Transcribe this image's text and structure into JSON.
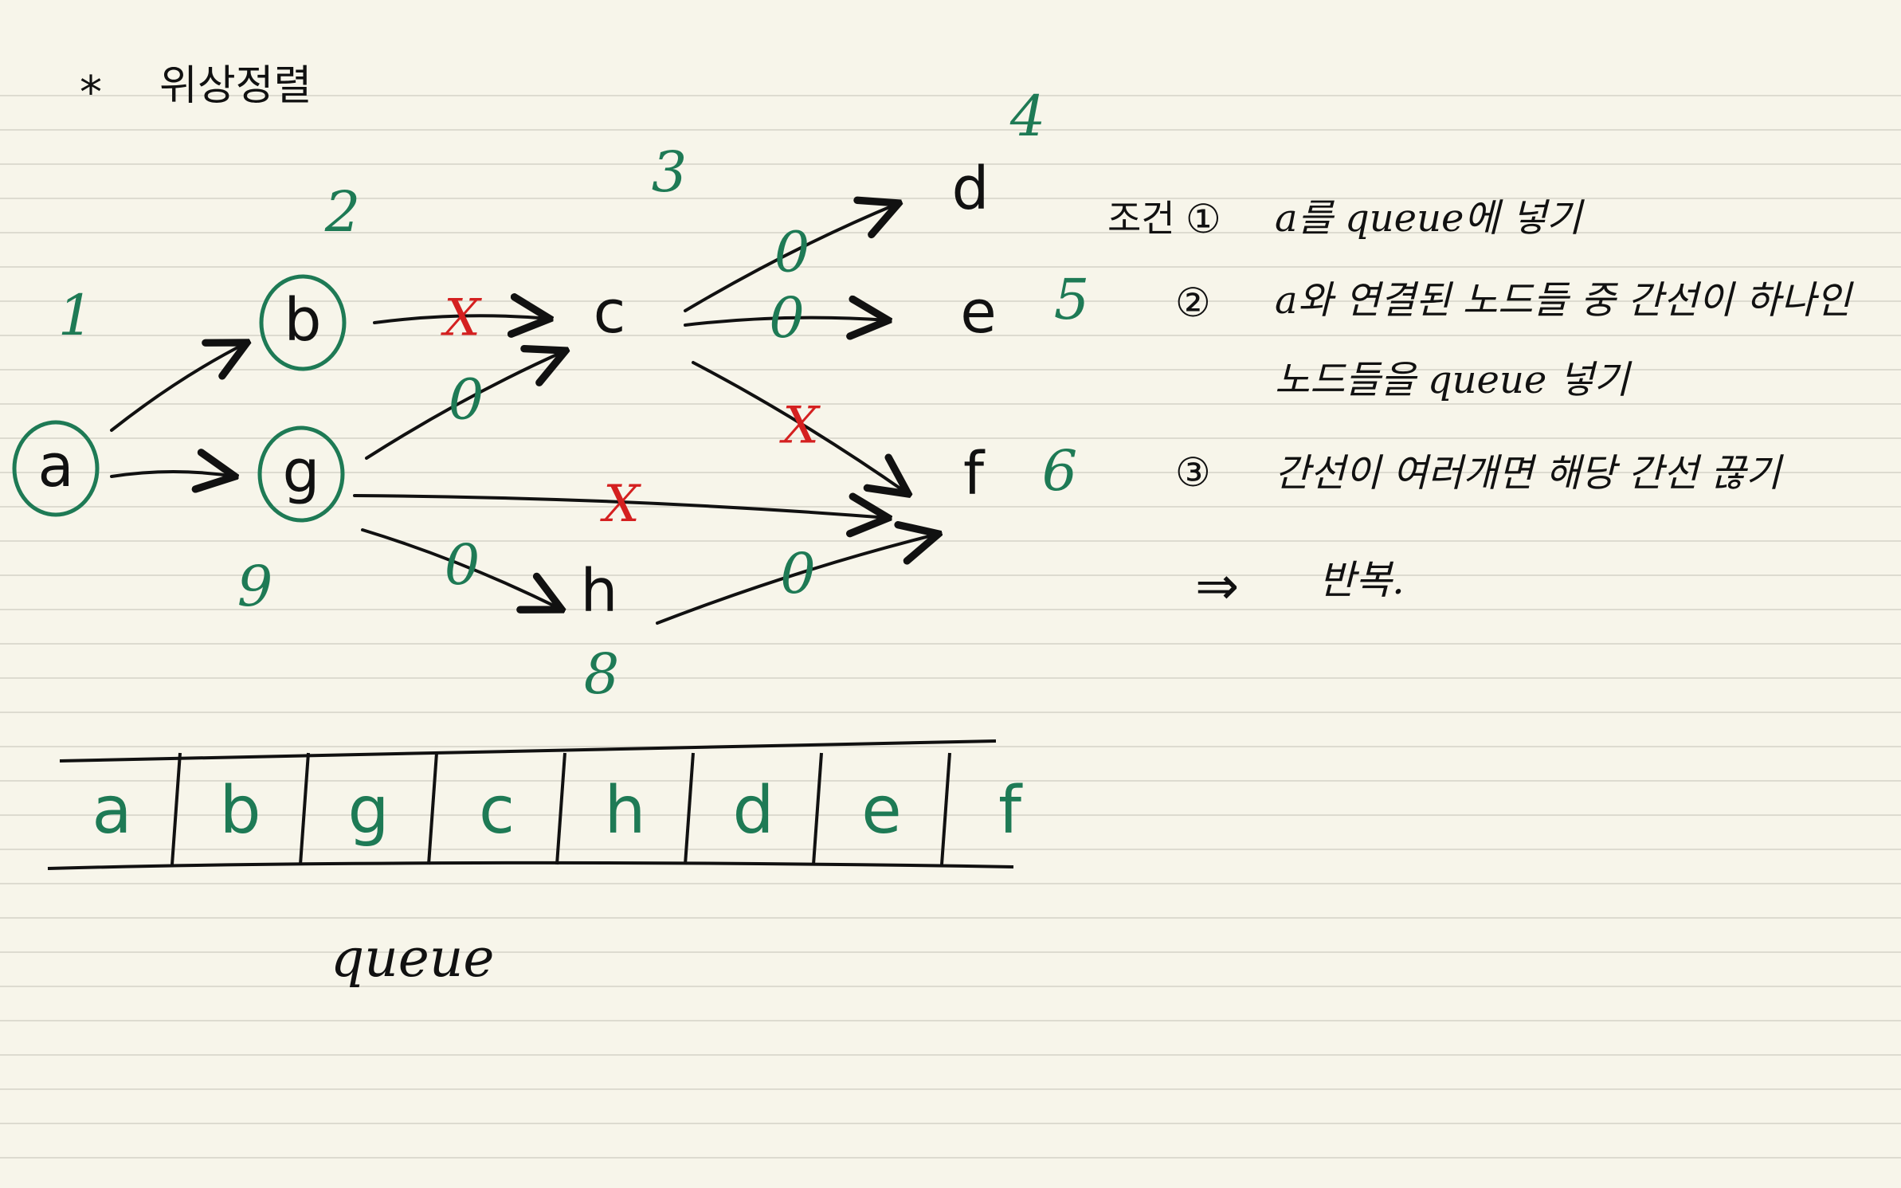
{
  "title": {
    "bullet": "*",
    "text": "위상정렬"
  },
  "colors": {
    "paper": "#f7f5ea",
    "rule": "#dddbd0",
    "ink": "#111111",
    "green": "#1e7a55",
    "red": "#d42020"
  },
  "graph": {
    "nodes": [
      {
        "id": "a",
        "label": "a",
        "order": "1",
        "circled": true
      },
      {
        "id": "b",
        "label": "b",
        "order": "2",
        "circled": true
      },
      {
        "id": "g",
        "label": "g",
        "order": "9",
        "circled": true
      },
      {
        "id": "c",
        "label": "c",
        "order": "3",
        "circled": false
      },
      {
        "id": "h",
        "label": "h",
        "order": "8",
        "circled": false
      },
      {
        "id": "d",
        "label": "d",
        "order": "4",
        "circled": false
      },
      {
        "id": "e",
        "label": "e",
        "order": "5",
        "circled": false
      },
      {
        "id": "f",
        "label": "f",
        "order": "6",
        "circled": false
      }
    ],
    "edges": [
      {
        "from": "a",
        "to": "b",
        "mark": ""
      },
      {
        "from": "a",
        "to": "g",
        "mark": ""
      },
      {
        "from": "b",
        "to": "c",
        "mark": "X"
      },
      {
        "from": "g",
        "to": "c",
        "mark": "0"
      },
      {
        "from": "g",
        "to": "f",
        "mark": "X"
      },
      {
        "from": "g",
        "to": "h",
        "mark": "0"
      },
      {
        "from": "c",
        "to": "d",
        "mark": "0"
      },
      {
        "from": "c",
        "to": "e",
        "mark": "0"
      },
      {
        "from": "c",
        "to": "f",
        "mark": "X"
      },
      {
        "from": "h",
        "to": "f",
        "mark": "0"
      }
    ]
  },
  "queue": {
    "cells": [
      "a",
      "b",
      "g",
      "c",
      "h",
      "d",
      "e",
      "f"
    ],
    "label": "queue"
  },
  "notes": {
    "heading": "조건",
    "steps": [
      {
        "num": "①",
        "text": "a를 queue에 넣기"
      },
      {
        "num": "②",
        "text": "a와 연결된 노드들 중 간선이 하나인",
        "text2": "노드들을 queue 넣기"
      },
      {
        "num": "③",
        "text": "간선이 여러개면 해당 간선 끊기"
      }
    ],
    "result_arrow": "⇒",
    "result_text": "반복."
  }
}
